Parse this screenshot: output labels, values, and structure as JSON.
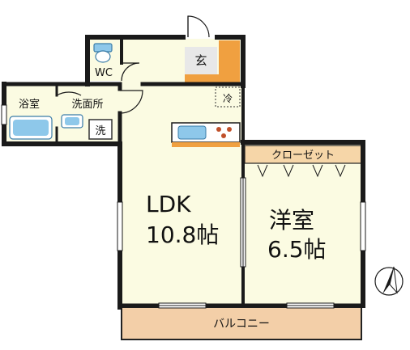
{
  "rooms": {
    "genkan": "玄",
    "wc": "WC",
    "bath": "浴室",
    "washroom": "洗面所",
    "washer": "洗",
    "fridge": "冷",
    "ldk_name": "LDK",
    "ldk_size": "10.8帖",
    "closet": "クローゼット",
    "western_name": "洋室",
    "western_size": "6.5帖",
    "balcony": "バルコニー"
  },
  "colors": {
    "floor": "#fbfbe2",
    "wall": "#1a1a1a",
    "closet": "#f6d6a8",
    "balcony": "#f3cfa8",
    "genkan_floor": "#e8e8e8",
    "shoe_box": "#f0a040",
    "fixture": "#8ec8ea",
    "fixture_stroke": "#3a7ca8"
  },
  "icons": {
    "compass": "north-arrow-icon",
    "stove": "stove-burners-icon",
    "toilet": "toilet-icon",
    "bathtub": "bathtub-icon",
    "sink": "sink-icon"
  }
}
